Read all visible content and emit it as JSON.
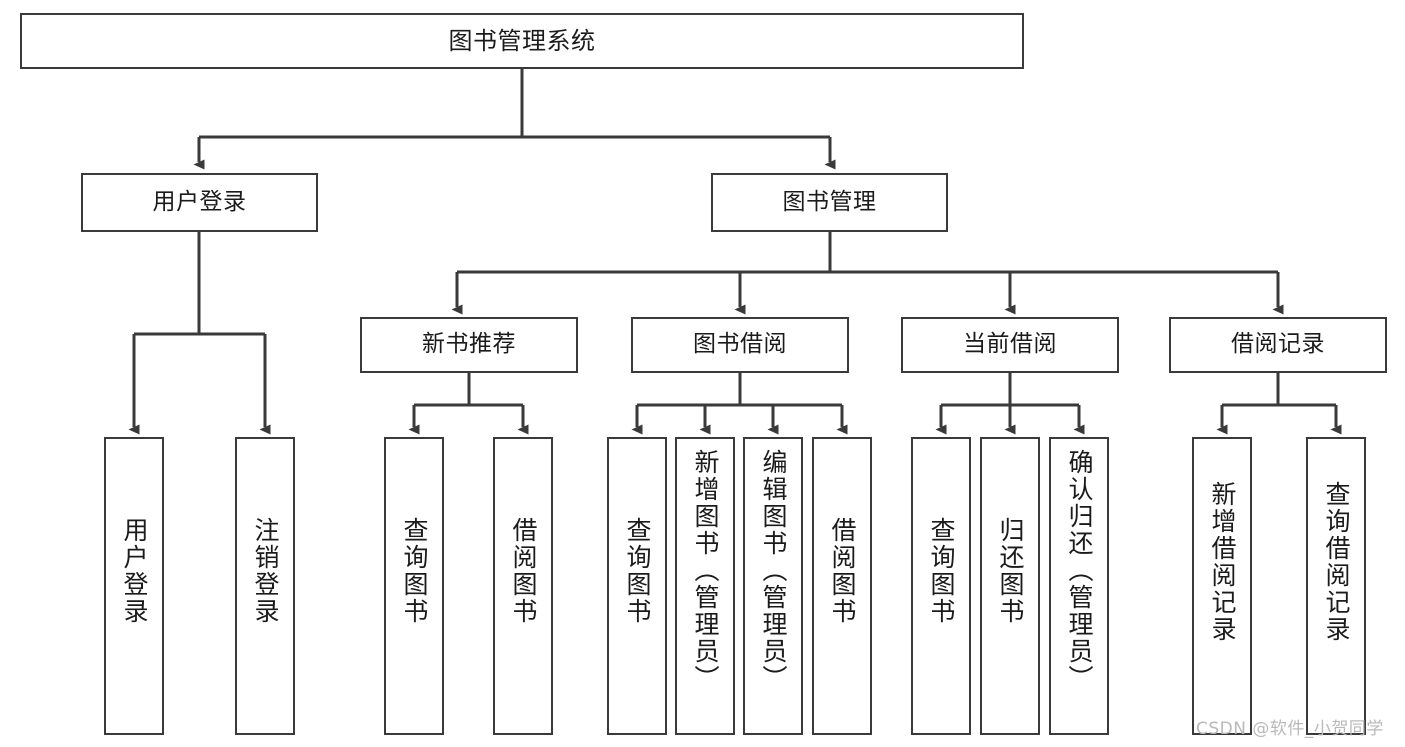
{
  "diagram": {
    "type": "hierarchy-tree",
    "title": "图书管理系统",
    "watermark": "CSDN @软件_小贺同学",
    "colors": {
      "box_border": "#3a3a3a",
      "box_fill": "#ffffff",
      "connector": "#3a3a3a",
      "text": "#1b1b1b",
      "watermark": "#b9b9b9"
    },
    "root": {
      "label": "图书管理系统"
    },
    "level2": [
      {
        "label": "用户登录"
      },
      {
        "label": "图书管理"
      }
    ],
    "level3": [
      {
        "label": "新书推荐"
      },
      {
        "label": "图书借阅"
      },
      {
        "label": "当前借阅"
      },
      {
        "label": "借阅记录"
      }
    ],
    "leaves": {
      "user_login": [
        {
          "label": "用户登录"
        },
        {
          "label": "注销登录"
        }
      ],
      "new_book": [
        {
          "label": "查询图书"
        },
        {
          "label": "借阅图书"
        }
      ],
      "book_borrow": [
        {
          "label": "查询图书"
        },
        {
          "label": "新增图书（管理员）"
        },
        {
          "label": "编辑图书（管理员）"
        },
        {
          "label": "借阅图书"
        }
      ],
      "current_borrow": [
        {
          "label": "查询图书"
        },
        {
          "label": "归还图书"
        },
        {
          "label": "确认归还（管理员）"
        }
      ],
      "borrow_record": [
        {
          "label": "新增借阅记录"
        },
        {
          "label": "查询借阅记录"
        }
      ]
    }
  }
}
